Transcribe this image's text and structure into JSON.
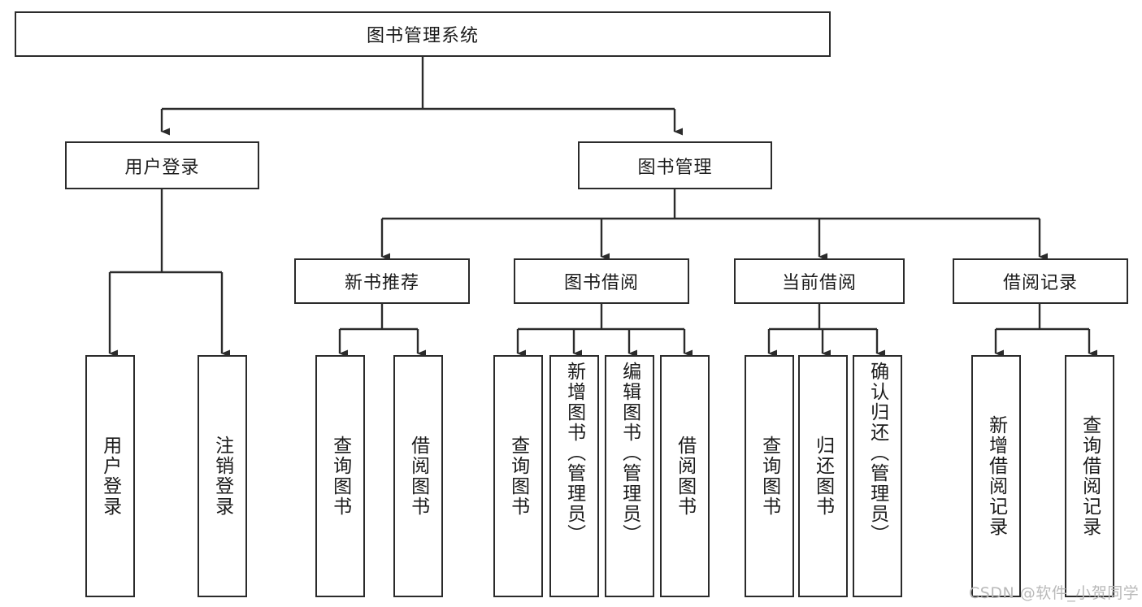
{
  "diagram": {
    "title": "图书管理系统",
    "type": "tree-hierarchy-diagram",
    "root": {
      "label": "图书管理系统"
    },
    "level2": [
      {
        "label": "用户登录"
      },
      {
        "label": "图书管理"
      }
    ],
    "level3": [
      {
        "label": "新书推荐"
      },
      {
        "label": "图书借阅"
      },
      {
        "label": "当前借阅"
      },
      {
        "label": "借阅记录"
      }
    ],
    "leaves": {
      "user_login": [
        {
          "label": "用户登录"
        },
        {
          "label": "注销登录"
        }
      ],
      "new_book_recommend": [
        {
          "label": "查询图书"
        },
        {
          "label": "借阅图书"
        }
      ],
      "book_borrow": [
        {
          "label": "查询图书"
        },
        {
          "label": "新增图书（管理员）"
        },
        {
          "label": "编辑图书（管理员）"
        },
        {
          "label": "借阅图书"
        }
      ],
      "current_borrow": [
        {
          "label": "查询图书"
        },
        {
          "label": "归还图书"
        },
        {
          "label": "确认归还（管理员）"
        }
      ],
      "borrow_record": [
        {
          "label": "新增借阅记录"
        },
        {
          "label": "查询借阅记录"
        }
      ]
    }
  },
  "watermark": {
    "text": "CSDN @软件_小贺同学"
  },
  "colors": {
    "stroke": "#2b2b2b",
    "background": "#ffffff",
    "text": "#1b1b1b",
    "watermark": "#b9b9b9"
  }
}
